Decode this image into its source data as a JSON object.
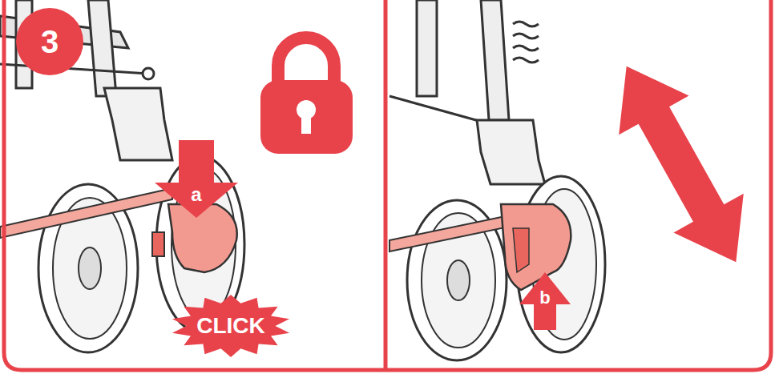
{
  "diagram": {
    "nodes": [
      {
        "text": [
          "3"
        ]
      },
      {
        "text": [
          "CLICK"
        ]
      }
    ],
    "labels": [
      "a",
      "b"
    ]
  }
}
